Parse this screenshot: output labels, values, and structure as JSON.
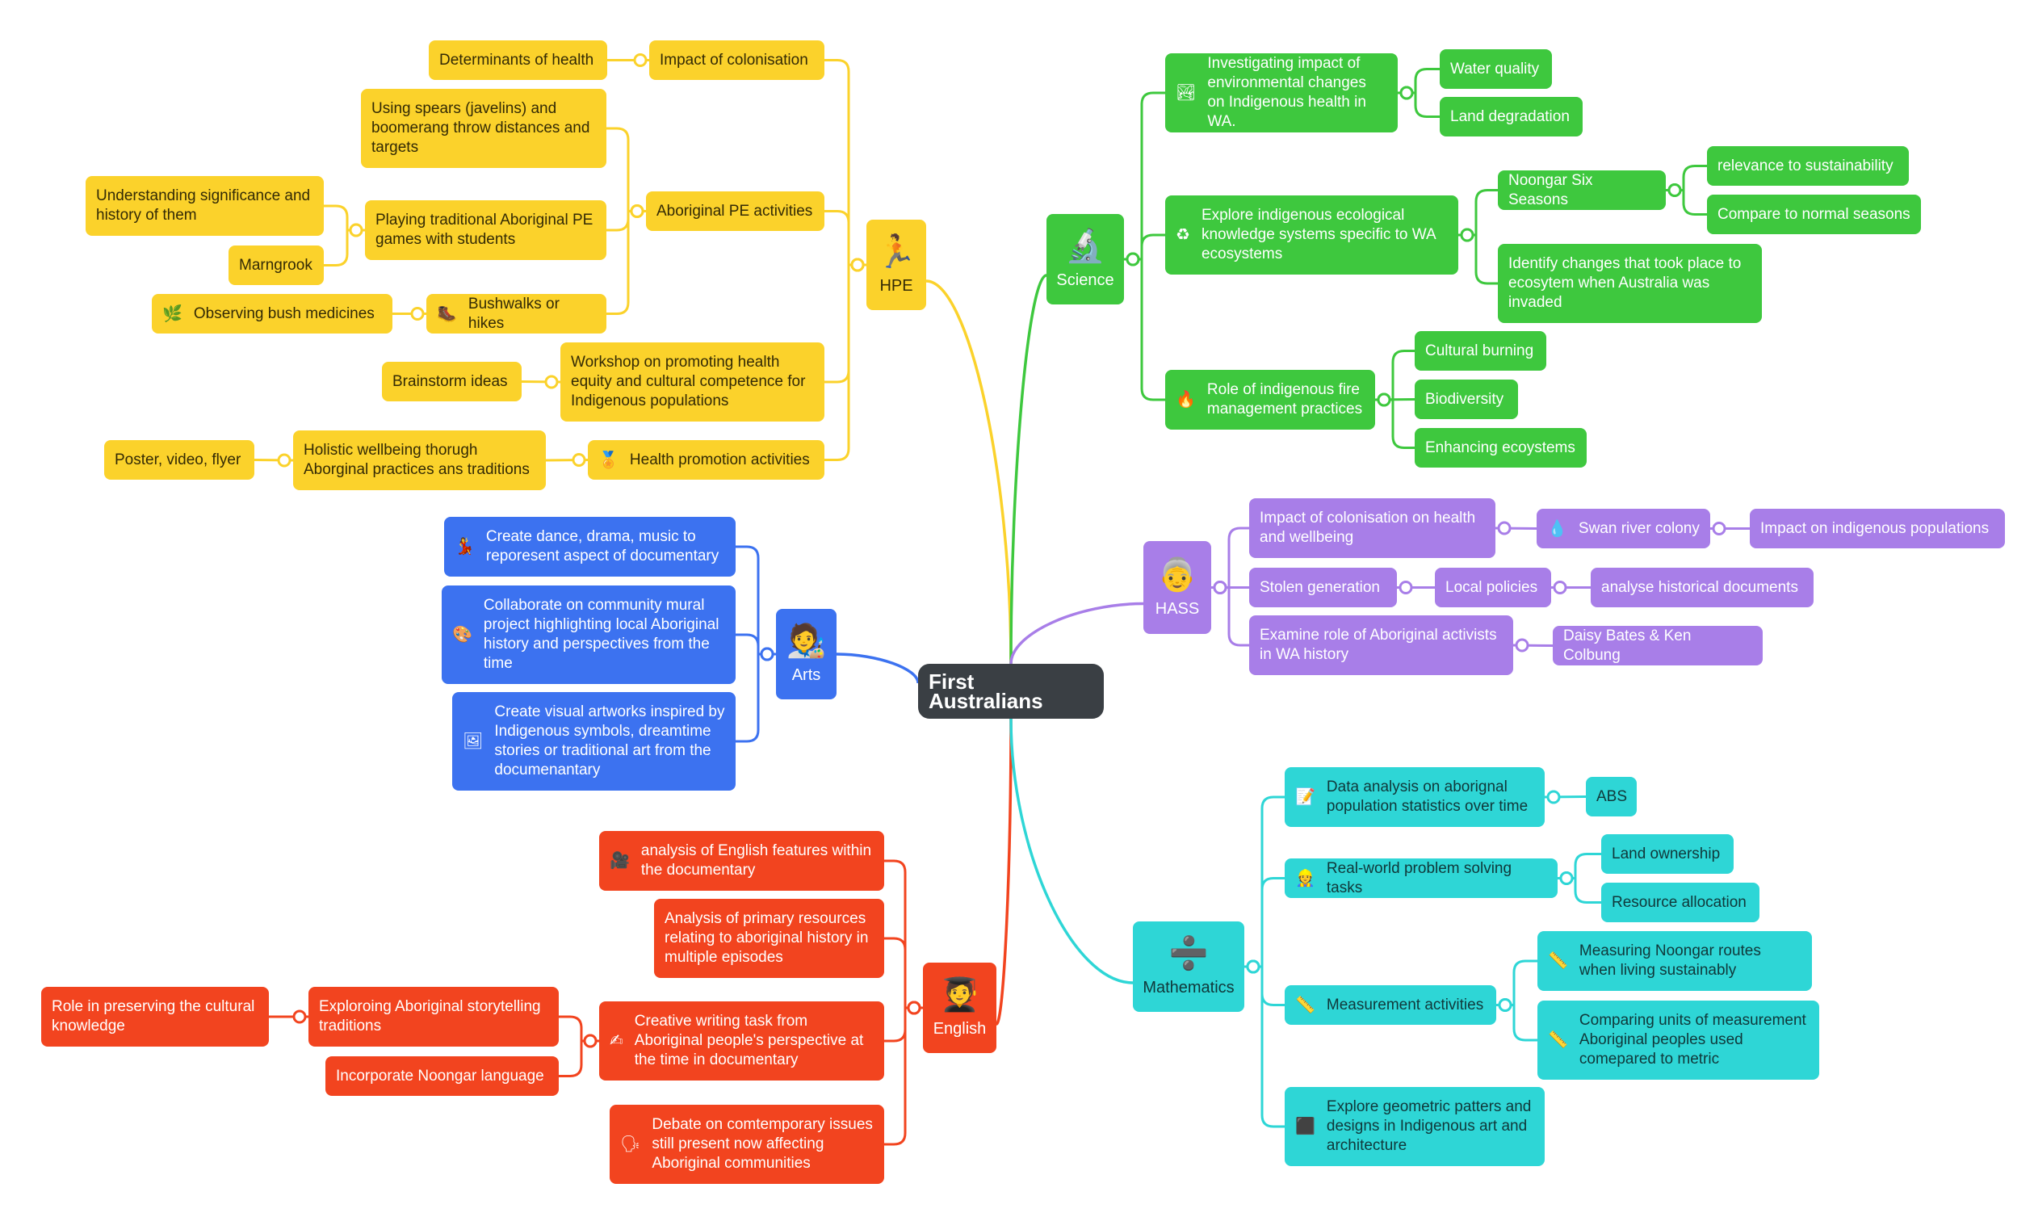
{
  "colors": {
    "hpe": "#fbd22b",
    "science": "#3ec83e",
    "hass": "#a87ee8",
    "arts": "#3c72f0",
    "english": "#f2441f",
    "mathematics": "#2ed6d6",
    "center": "#3a3f44"
  },
  "mindmap": {
    "center": "First Australians",
    "hpe": {
      "label": "HPE",
      "icon": "runner-icon",
      "impact_colonisation": "Impact of colonisation",
      "determinants": "Determinants of health",
      "pe_activities": "Aboriginal PE activities",
      "spears": "Using spears (javelins) and boomerang throw distances and targets",
      "playing_games": "Playing traditional Aboriginal PE games with students",
      "understanding": "Understanding significance and history of them",
      "marngrook": "Marngrook",
      "bushwalks": "Bushwalks or hikes",
      "bush_medicines": "Observing bush medicines",
      "workshop": "Workshop on promoting health equity and cultural competence for Indigenous populations",
      "brainstorm": "Brainstorm ideas",
      "health_promotion": "Health promotion activities",
      "holistic": "Holistic wellbeing thorugh Aborginal practices ans traditions",
      "poster": "Poster, video, flyer"
    },
    "science": {
      "label": "Science",
      "icon": "microscope-icon",
      "investigating": "Investigating impact of environmental changes on Indigenous health in WA.",
      "water": "Water quality",
      "land_deg": "Land degradation",
      "explore_eco": "Explore indigenous ecological knowledge systems specific to WA ecosystems",
      "noongar_seasons": "Noongar Six Seasons",
      "relevance": "relevance to sustainability",
      "compare_seasons": "Compare to normal seasons",
      "identify_changes": "Identify changes that took place to ecosytem when Australia was invaded",
      "fire": "Role of indigenous fire management practices",
      "cultural_burning": "Cultural burning",
      "biodiversity": "Biodiversity",
      "enhancing": "Enhancing ecoystems"
    },
    "hass": {
      "label": "HASS",
      "icon": "elder-icon",
      "impact_health": "Impact of colonisation on health and wellbeing",
      "swan_river": "Swan river colony",
      "impact_indigenous": "Impact on indigenous populations",
      "stolen": "Stolen generation",
      "local_policies": "Local policies",
      "analyse_docs": "analyse historical documents",
      "activists": "Examine role of Aboriginal activists in WA history",
      "daisy": "Daisy Bates & Ken Colbung"
    },
    "arts": {
      "label": "Arts",
      "icon": "artist-icon",
      "dance": "Create dance, drama, music to reporesent aspect of documentary",
      "mural": "Collaborate on community mural project highlighting local Aboriginal history and perspectives from the time",
      "visual": "Create visual artworks inspired by Indigenous symbols, dreamtime stories or traditional art from the documenantary"
    },
    "english": {
      "label": "English",
      "icon": "graduate-icon",
      "analysis_features": "analysis of English features within the documentary",
      "primary_resources": "Analysis of primary resources relating to aboriginal history in multiple episodes",
      "creative_writing": "Creative writing task from Aboriginal people's perspective at the time in documentary",
      "storytelling": "Exploroing Aboriginal storytelling traditions",
      "preserving": "Role in preserving the cultural knowledge",
      "noongar_language": "Incorporate Noongar language",
      "debate": "Debate on comtemporary issues still present now affecting Aboriginal communities"
    },
    "mathematics": {
      "label": "Mathematics",
      "icon": "divide-icon",
      "data_analysis": "Data analysis on aborignal population statistics over time",
      "abs": "ABS",
      "real_world": "Real-world problem solving tasks",
      "land_ownership": "Land ownership",
      "resource_allocation": "Resource allocation",
      "measurement": "Measurement activities",
      "measuring_routes": "Measuring Noongar routes when living sustainably",
      "comparing_units": "Comparing units of measurement Aboriginal peoples used comepared to metric",
      "geometric": "Explore geometric patters and designs in Indigenous art and architecture"
    }
  }
}
